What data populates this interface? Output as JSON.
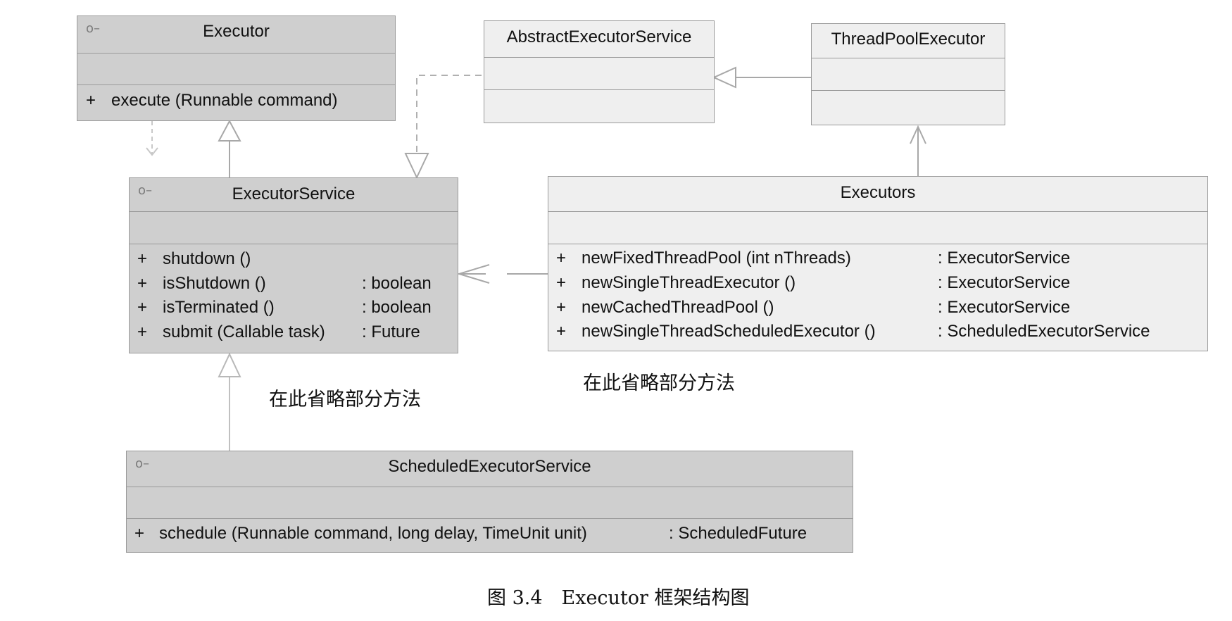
{
  "stereotype_icon": "interface-lollipop-icon",
  "classes": {
    "executor": {
      "name": "Executor",
      "ops": [
        {
          "vis": "+",
          "sig": "execute (Runnable command)"
        }
      ]
    },
    "abstract_executor_service": {
      "name": "AbstractExecutorService"
    },
    "thread_pool_executor": {
      "name": "ThreadPoolExecutor"
    },
    "executor_service": {
      "name": "ExecutorService",
      "ops": [
        {
          "vis": "+",
          "sig": "shutdown ()",
          "ret": ""
        },
        {
          "vis": "+",
          "sig": "isShutdown ()",
          "ret": ": boolean"
        },
        {
          "vis": "+",
          "sig": "isTerminated ()",
          "ret": ": boolean"
        },
        {
          "vis": "+",
          "sig": "submit (Callable task)",
          "ret": ": Future"
        }
      ]
    },
    "executors": {
      "name": "Executors",
      "ops": [
        {
          "vis": "+",
          "sig": "newFixedThreadPool (int nThreads)",
          "ret": ": ExecutorService"
        },
        {
          "vis": "+",
          "sig": "newSingleThreadExecutor ()",
          "ret": ": ExecutorService"
        },
        {
          "vis": "+",
          "sig": "newCachedThreadPool ()",
          "ret": ": ExecutorService"
        },
        {
          "vis": "+",
          "sig": "newSingleThreadScheduledExecutor ()",
          "ret": ": ScheduledExecutorService"
        }
      ]
    },
    "scheduled_executor_service": {
      "name": "ScheduledExecutorService",
      "ops": [
        {
          "vis": "+",
          "sig": "schedule (Runnable command, long delay, TimeUnit unit)",
          "ret": ": ScheduledFuture"
        }
      ]
    }
  },
  "notes": {
    "executor_service_note": "在此省略部分方法",
    "executors_note": "在此省略部分方法"
  },
  "caption": "图 3.4　Executor 框架结构图",
  "colors": {
    "interface_fill": "#cfcfcf",
    "class_fill": "#efefef",
    "border": "#9a9a9a",
    "connector": "#a8a8a8"
  }
}
